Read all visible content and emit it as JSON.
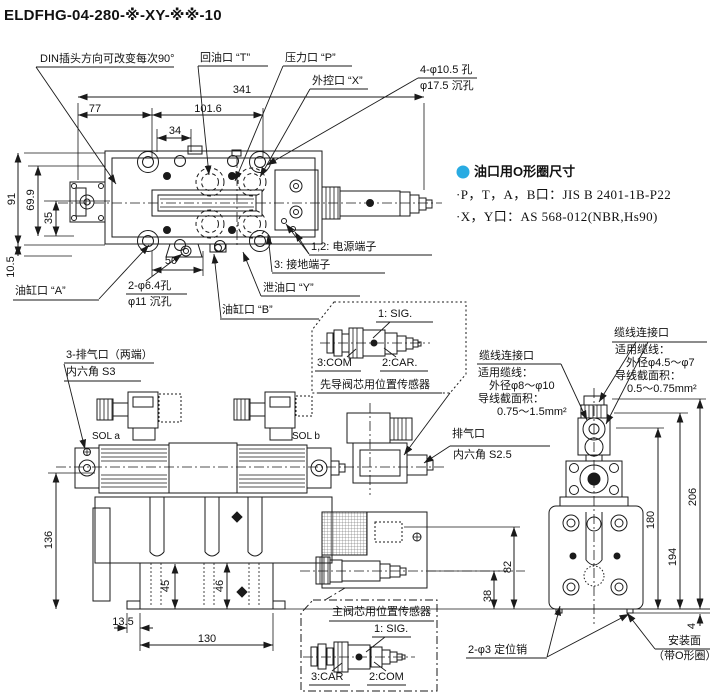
{
  "title": "ELDFHG-04-280-※-XY-※※-10",
  "colors": {
    "accent": "#29ABE2",
    "line": "#1a1a1a"
  },
  "top_view": {
    "din_note": "DIN插头方向可改变每次90°",
    "port_t": "回油口 “T”",
    "port_p": "压力口 “P”",
    "port_x": "外控口 “X”",
    "holes_top_line1": "4-φ10.5 孔",
    "holes_top_line2": "φ17.5 沉孔",
    "port_a": "油缸口 “A”",
    "holes_bottom_line1": "2-φ6.4孔",
    "holes_bottom_line2": "φ11 沉孔",
    "port_b": "油缸口 “B”",
    "port_y": "泄油口 “Y”",
    "terminal_ground": "3: 接地端子",
    "terminal_power": "1,2: 电源端子",
    "dim_341": "341",
    "dim_77": "77",
    "dim_101_6": "101.6",
    "dim_34": "34",
    "dim_91": "91",
    "dim_69_9": "69.9",
    "dim_35": "35",
    "dim_10_5": "10.5",
    "dim_50": "50"
  },
  "oring_note": {
    "heading": "油口用O形圈尺寸",
    "line1": "·P，T，A，B口：JIS B 2401-1B-P22",
    "line2": "·X，Y口：AS 568-012(NBR,Hs90)"
  },
  "pilot_sensor_box": {
    "pin1": "1: SIG.",
    "pin3": "3:COM",
    "pin2": "2:CAR.",
    "caption": "先导阀芯用位置传感器"
  },
  "front_view": {
    "vent_line1": "3-排气口（两端）",
    "vent_line2": "内六角 S3",
    "sol_a": "SOL a",
    "sol_b": "SOL b",
    "vent_right_line1": "排气口",
    "vent_right_line2": "内六角 S2.5",
    "dim_136": "136",
    "dim_45": "45",
    "dim_46": "46",
    "dim_13_5": "13.5",
    "dim_130": "130",
    "dim_38": "38",
    "dim_82": "82"
  },
  "main_sensor_box": {
    "caption": "主阀芯用位置传感器",
    "pin1": "1: SIG.",
    "pin3": "3:CAR",
    "pin2": "2:COM"
  },
  "side_view": {
    "cable_left": {
      "title": "缆线连接口",
      "l1": "适用缆线：",
      "l2": "外径φ8～φ10",
      "l3": "导线截面积：",
      "l4": "0.75～1.5mm²"
    },
    "cable_right": {
      "title": "缆线连接口",
      "l1": "适用缆线：",
      "l2": "外径φ4.5～φ7",
      "l3": "导线截面积：",
      "l4": "0.5～0.75mm²"
    },
    "pin_note": "2-φ3 定位销",
    "mount_line1": "安装面",
    "mount_line2": "（带O形圈）",
    "dim_180": "180",
    "dim_194": "194",
    "dim_206": "206",
    "dim_4": "4"
  }
}
